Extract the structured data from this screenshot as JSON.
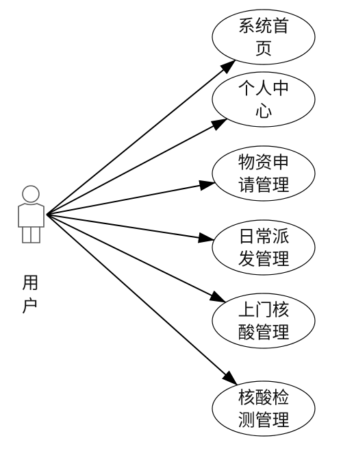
{
  "actor": {
    "label": "用户",
    "icon": "person-icon"
  },
  "use_cases": [
    {
      "id": "system-home",
      "lines": [
        "系统首",
        "页"
      ]
    },
    {
      "id": "personal-center",
      "lines": [
        "个人中",
        "心"
      ]
    },
    {
      "id": "material-application",
      "lines": [
        "物资申",
        "请管理"
      ]
    },
    {
      "id": "daily-dispatch",
      "lines": [
        "日常派",
        "发管理"
      ]
    },
    {
      "id": "door-to-door-testing",
      "lines": [
        "上门核",
        "酸管理"
      ]
    },
    {
      "id": "nucleic-acid-testing",
      "lines": [
        "核酸检",
        "测管理"
      ]
    }
  ],
  "colors": {
    "line": "#000000",
    "ellipse_fill": "#ffffff",
    "text": "#111111"
  }
}
